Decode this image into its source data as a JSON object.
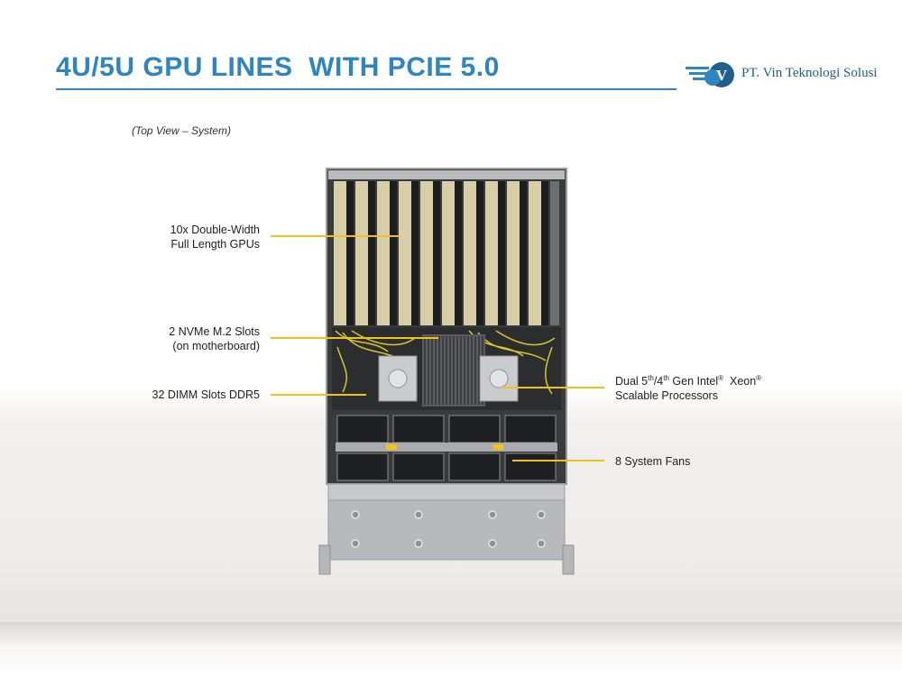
{
  "header": {
    "title": "4U/5U GPU LINES  WITH PCIE 5.0"
  },
  "logo": {
    "company": "PT. Vin Teknologi Solusi",
    "mark_letter": "V",
    "brand_color": "#1f5f8b"
  },
  "figure": {
    "caption": "(Top View – System)"
  },
  "callouts": {
    "gpus": {
      "line1": "10x Double-Width",
      "line2": "Full Length GPUs"
    },
    "nvme": {
      "line1": "2 NVMe M.2 Slots",
      "line2": "(on motherboard)"
    },
    "dimm": {
      "line1": "32 DIMM Slots DDR5"
    },
    "cpu": {
      "prefix": "Dual 5",
      "th1": "th",
      "sep": "/4",
      "th2": "th",
      "mid": " Gen Intel",
      "reg1": "®",
      "xeon": "  Xeon",
      "reg2": "®",
      "line2": "Scalable Processors"
    },
    "fans": {
      "line1": "8 System Fans"
    }
  },
  "colors": {
    "title": "#2e86c1",
    "leader": "#f2c21b"
  }
}
